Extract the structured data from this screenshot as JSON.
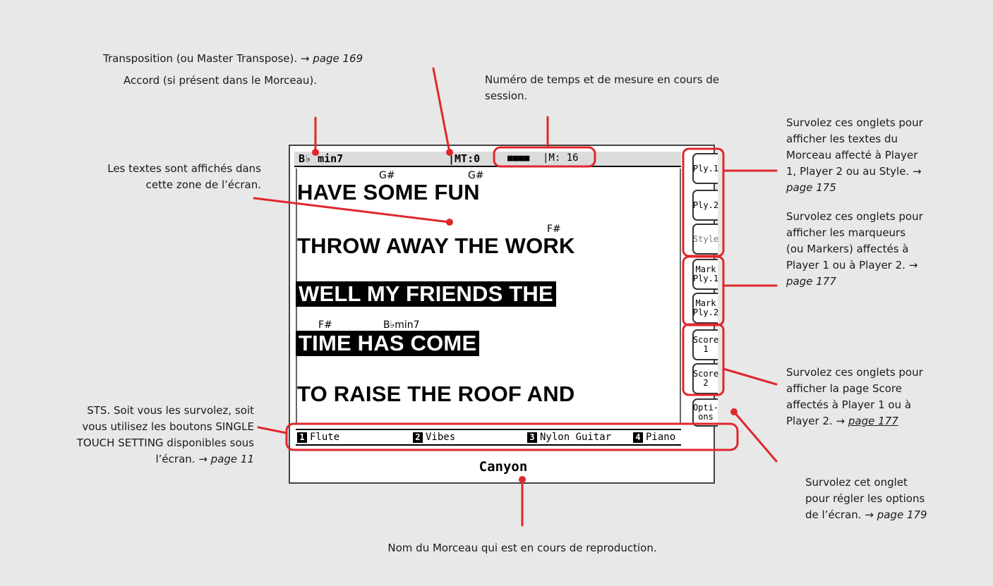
{
  "annotations": {
    "transposition": {
      "text": "Transposition (ou Master Transpose).",
      "arrow": "→",
      "ref": "page 169"
    },
    "chord": {
      "text": "Accord (si présent dans le Morceau)."
    },
    "beat_measure": {
      "line1": "Numéro de temps et de mesure en cours de",
      "line2": "session."
    },
    "lyrics_zone": {
      "line1": "Les textes sont affichés dans",
      "line2": "cette zone de l’écran."
    },
    "players_tabs": {
      "line1": "Survolez ces onglets pour",
      "line2": "afficher les textes du",
      "line3": "Morceau affecté à Player",
      "line4": "1, Player 2 ou au Style. →",
      "ref": "page 175"
    },
    "markers_tabs": {
      "line1": "Survolez ces onglets pour",
      "line2": "afficher les marqueurs",
      "line3": "(ou Markers) affectés à",
      "line4": "Player 1 ou à Player 2. →",
      "ref": "page 177"
    },
    "score_tabs": {
      "line1": "Survolez ces onglets pour",
      "line2": "afficher la page Score",
      "line3": "affectés à Player 1 ou à",
      "line4": "Player 2.",
      "arrow": "→",
      "ref": "page 177"
    },
    "options_tab": {
      "line1": "Survolez cet onglet",
      "line2": "pour régler les options",
      "line3": "de l’écran.",
      "arrow": "→",
      "ref": "page 179"
    },
    "sts": {
      "line1": "STS. Soit vous les survolez, soit",
      "line2": "vous utilisez les boutons SINGLE",
      "line3": "TOUCH SETTING disponibles sous",
      "line4": "l’écran.",
      "arrow": "→",
      "ref": "page 11"
    },
    "song_name": {
      "text": "Nom du Morceau qui est en cours de reproduction."
    }
  },
  "screen": {
    "topbar": {
      "chord": "B♭ min7",
      "transpose": "|MT:0",
      "beats": "■■■■",
      "measure": "|M: 16"
    },
    "chords": [
      "G#",
      "G#",
      "F#",
      "F#",
      "B♭min7"
    ],
    "lyrics": [
      "HAVE SOME FUN",
      "THROW AWAY THE WORK",
      "WELL MY FRIENDS THE",
      "TIME HAS COME",
      "TO RAISE THE ROOF AND"
    ],
    "tabs": [
      "Ply.1",
      "Ply.2",
      "Style",
      "Mark\nPly.1",
      "Mark\nPly.2",
      "Score\n1",
      "Score\n2",
      "Opti-\nons"
    ],
    "sts": [
      {
        "num": "1",
        "label": "Flute"
      },
      {
        "num": "2",
        "label": "Vibes"
      },
      {
        "num": "3",
        "label": "Nylon Guitar"
      },
      {
        "num": "4",
        "label": "Piano"
      }
    ],
    "song_name": "Canyon"
  },
  "colors": {
    "callout": "#e0262b",
    "background": "#e8e8e8"
  }
}
